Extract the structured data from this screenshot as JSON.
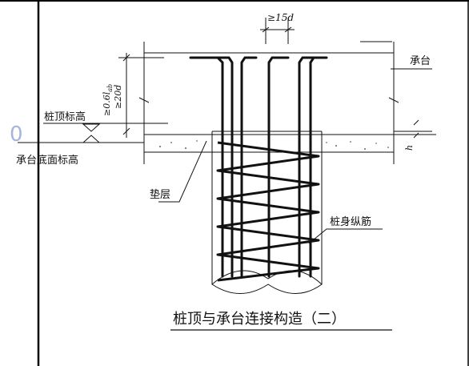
{
  "diagram": {
    "title": "桩顶与承台连接构造（二）",
    "labels": {
      "cap": "承台",
      "pile_top_elev": "桩顶标高",
      "cap_bottom_elev": "承台底面标高",
      "cushion": "垫层",
      "longitudinal_rebar": "桩身纵筋",
      "lap_length": "≥15d",
      "anchor_a": "≥0.6l",
      "anchor_a_sub": "ab",
      "anchor_b": "≥20d",
      "cover": "h",
      "marker": "0"
    },
    "colors": {
      "line": "#111111",
      "marker": "#a9b4d8",
      "frame": "#000000"
    }
  }
}
